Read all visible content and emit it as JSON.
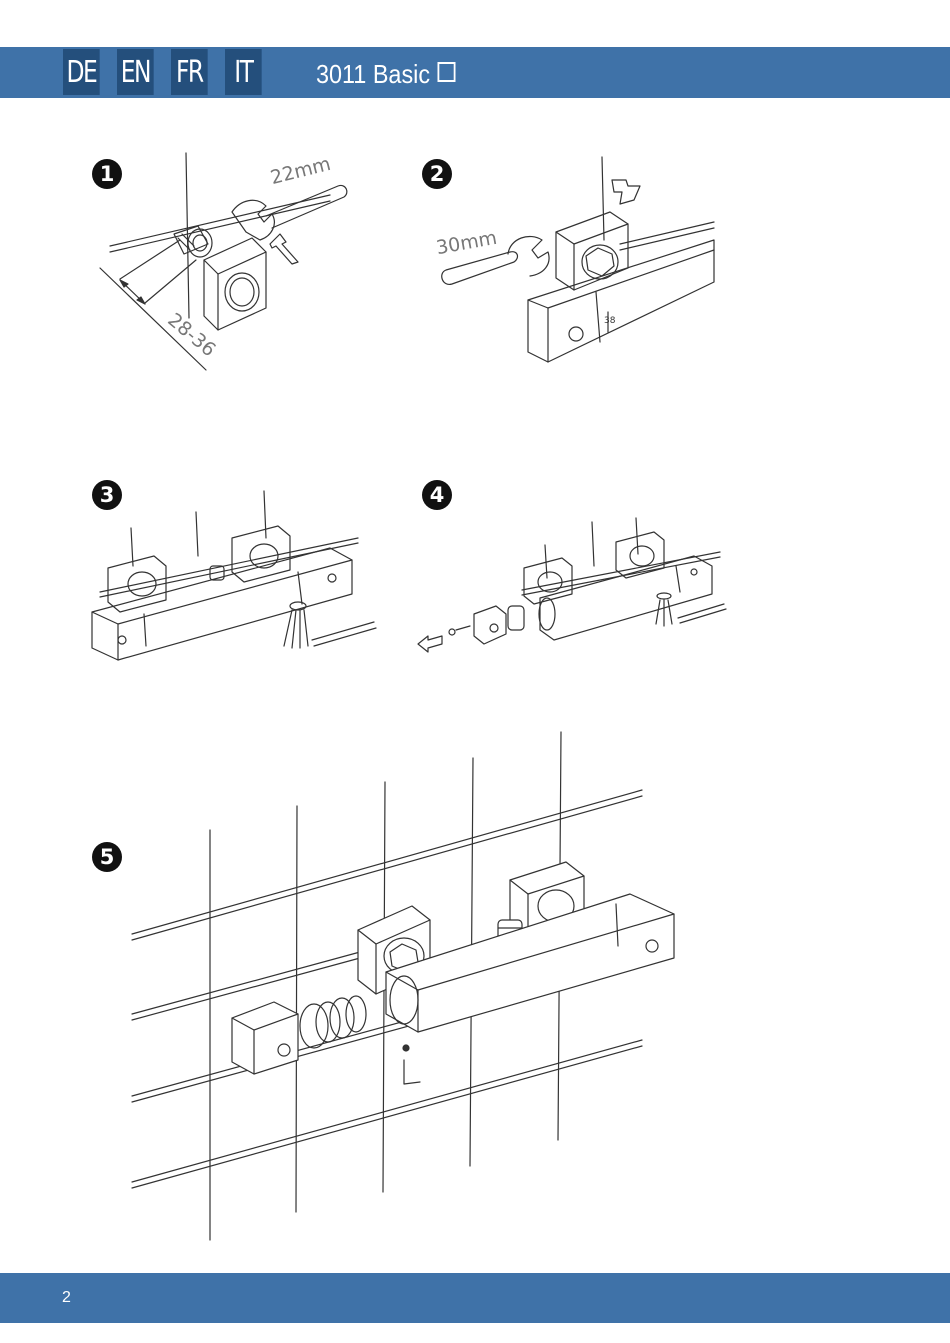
{
  "header": {
    "languages": [
      "DE",
      "EN",
      "FR",
      "IT"
    ],
    "title": "3011 Basic"
  },
  "steps": [
    {
      "marker": "1",
      "wrench_label": "22mm",
      "dimension_label": "28-36"
    },
    {
      "marker": "2",
      "wrench_label": "30mm",
      "scale_label": "38"
    },
    {
      "marker": "3"
    },
    {
      "marker": "4"
    },
    {
      "marker": "5"
    }
  ],
  "footer": {
    "page_number": "2"
  },
  "colors": {
    "header_bar": "#3f72a8",
    "language_tab": "#244f7c",
    "line_art": "#333333"
  }
}
